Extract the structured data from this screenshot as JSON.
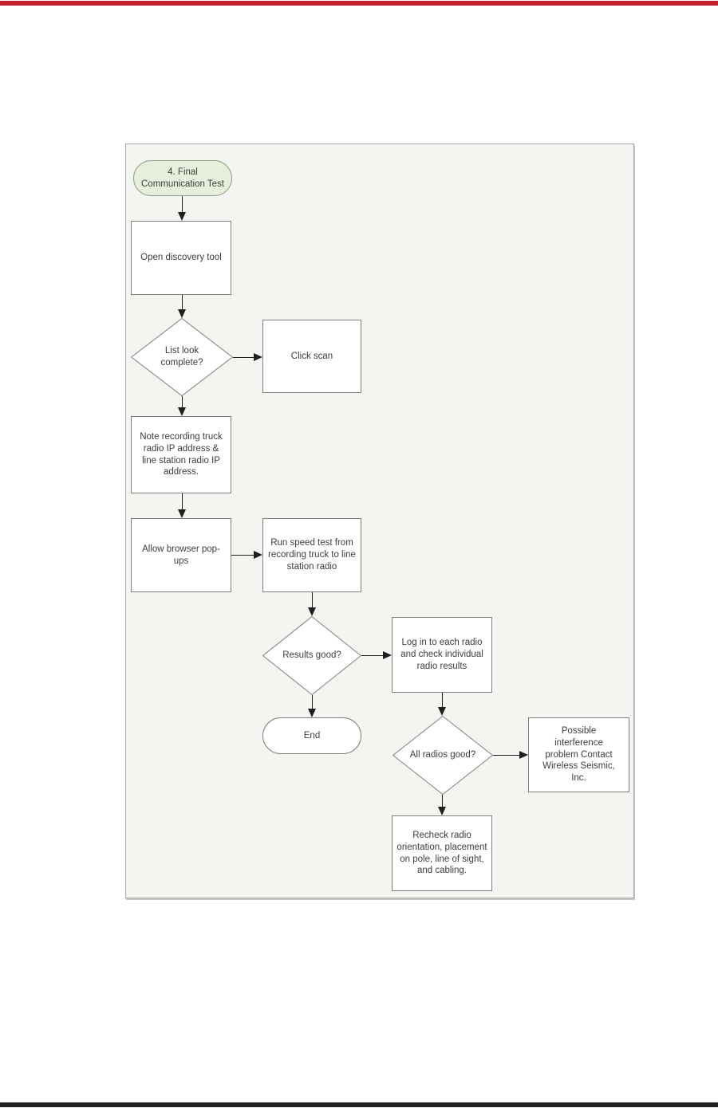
{
  "page": {
    "top_rule_color": "#c2232e",
    "bottom_rule_color": "#231f20",
    "background": "#ffffff"
  },
  "flowchart": {
    "canvas_bg": "#f4f4f1",
    "canvas_border": "#a8a8a8",
    "node_fill": "#ffffff",
    "node_border": "#7f7f7f",
    "start_node_fill": "#e5efdc",
    "connector_color": "#1f1f1f",
    "text_color": "#3d3d3d",
    "nodes": [
      {
        "id": "start",
        "type": "terminator",
        "label": "4. Final Communication Test"
      },
      {
        "id": "open-discovery",
        "type": "process",
        "label": "Open discovery tool"
      },
      {
        "id": "list-complete",
        "type": "decision",
        "label": "List look complete?"
      },
      {
        "id": "click-scan",
        "type": "process",
        "label": "Click scan"
      },
      {
        "id": "note-ip",
        "type": "process",
        "label": "Note recording truck radio IP address & line station radio IP address."
      },
      {
        "id": "allow-popups",
        "type": "process",
        "label": "Allow browser pop-ups"
      },
      {
        "id": "run-speed-test",
        "type": "process",
        "label": "Run speed test from recording truck to line station radio"
      },
      {
        "id": "results-good",
        "type": "decision",
        "label": "Results good?"
      },
      {
        "id": "login-radios",
        "type": "process",
        "label": "Log in to each radio and check individual radio results"
      },
      {
        "id": "end",
        "type": "terminator",
        "label": "End"
      },
      {
        "id": "all-radios-good",
        "type": "decision",
        "label": "All radios good?"
      },
      {
        "id": "interference",
        "type": "process",
        "label": "Possible interference problem Contact Wireless Seismic, Inc."
      },
      {
        "id": "recheck",
        "type": "process",
        "label": "Recheck radio orientation, placement on pole, line of sight, and cabling."
      }
    ]
  }
}
